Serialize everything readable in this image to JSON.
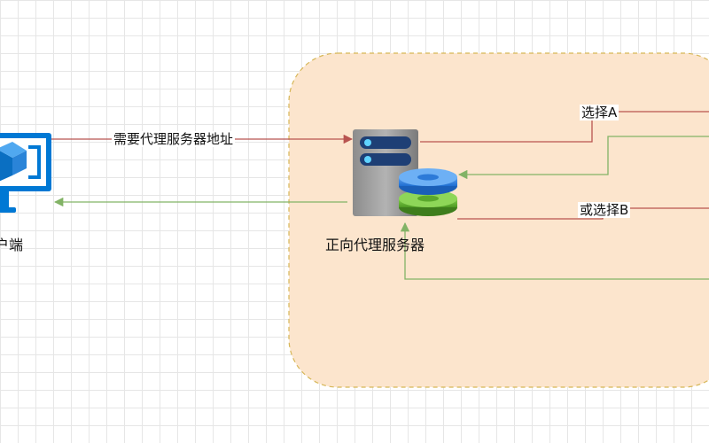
{
  "labels": {
    "client": "户端",
    "proxy_server": "正向代理服务器",
    "request_edge": "需要代理服务器地址",
    "choice_a": "选择A",
    "choice_b": "或选择B"
  },
  "colors": {
    "request_arrow": "#b85450",
    "response_arrow": "#82b366",
    "zone_fill": "#fce5cd",
    "zone_stroke": "#d6b656",
    "azure_blue": "#0078d4"
  },
  "icons": {
    "client": "monitor-icon",
    "server": "server-icon",
    "database": "database-icon"
  }
}
